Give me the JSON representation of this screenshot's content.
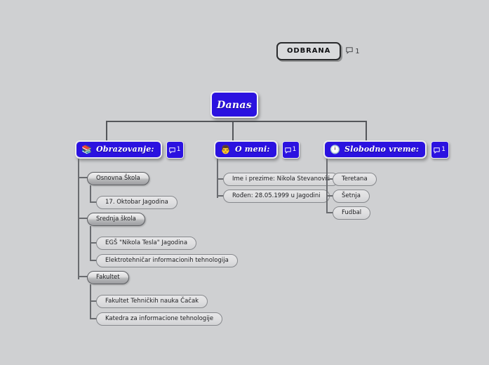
{
  "canvas": {
    "background": "#cfd0d2",
    "connector_color": "#54565a",
    "node_accent": "#2b12e0",
    "node_border": "#ececed"
  },
  "floating_note": {
    "label": "ODBRANA",
    "comment_icon": "comment-bubble-icon",
    "comment_count": "1"
  },
  "root": {
    "label": "Danas"
  },
  "branches": [
    {
      "id": "obrazovanje",
      "label": "Obrazovanje:",
      "icon": "books-icon",
      "icon_glyph": "📚",
      "comment_icon": "comment-bubble-icon",
      "comment_count": "1",
      "children": [
        {
          "label": "Osnovna Škola",
          "children": [
            {
              "label": "17. Oktobar Jagodina"
            }
          ]
        },
        {
          "label": "Srednja škola",
          "children": [
            {
              "label": "EGŠ \"Nikola Tesla\" Jagodina"
            },
            {
              "label": "Elektrotehničar informacionih tehnologija"
            }
          ]
        },
        {
          "label": "Fakultet",
          "children": [
            {
              "label": "Fakultet Tehničkih nauka Čačak"
            },
            {
              "label": "Katedra za informacione tehnologije"
            }
          ]
        }
      ]
    },
    {
      "id": "o-meni",
      "label": "O meni:",
      "icon": "person-face-icon",
      "icon_glyph": "👨",
      "comment_icon": "comment-bubble-icon",
      "comment_count": "1",
      "children": [
        {
          "label": "Ime i prezime: Nikola Stevanović"
        },
        {
          "label": "Rođen: 28.05.1999 u Jagodini"
        }
      ]
    },
    {
      "id": "slobodno-vreme",
      "label": "Slobodno vreme:",
      "icon": "clock-icon",
      "icon_glyph": "🕛",
      "comment_icon": "comment-bubble-icon",
      "comment_count": "1",
      "children": [
        {
          "label": "Teretana"
        },
        {
          "label": "Šetnja"
        },
        {
          "label": "Fudbal"
        }
      ]
    }
  ]
}
